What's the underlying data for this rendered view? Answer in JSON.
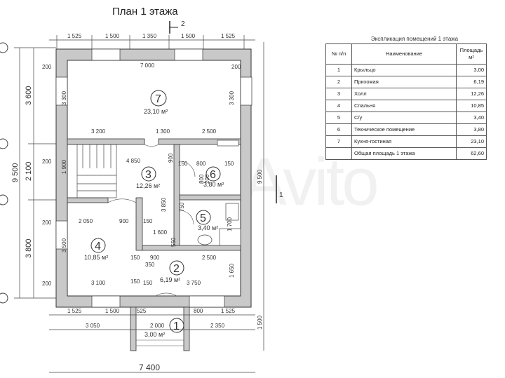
{
  "title": "План 1 этажа",
  "section_marks": {
    "top": "2",
    "right": "1"
  },
  "top_dims": [
    "1 525",
    "1 500",
    "1 350",
    "1 500",
    "1 525"
  ],
  "bottom_dims_1": [
    "1 525",
    "1 500",
    "525",
    "800",
    "1 525"
  ],
  "bottom_dims_2": [
    "3 050",
    "2 000",
    "2 350"
  ],
  "overall": {
    "width": "7 400",
    "left_total": "9 500",
    "right_total": "9 500"
  },
  "left_dims": [
    "3 600",
    "2 100",
    "3 800"
  ],
  "right_porch_dim": "1 500",
  "wall_dims": [
    "200",
    "200",
    "200",
    "200",
    "200"
  ],
  "interior_dims": {
    "d7000": "7 000",
    "d3300": "3 300",
    "d3300b": "3 300",
    "d3200": "3 200",
    "d1300": "1 300",
    "d2500": "2 500",
    "d4850": "4 850",
    "d900a": "900",
    "d150a": "150",
    "d800a": "800",
    "d150b": "150",
    "d1900": "1 900",
    "d800b": "800",
    "d200a": "200",
    "d2050": "2 050",
    "d900b": "900",
    "d150c": "150",
    "d1600": "1 600",
    "d3850": "3 850",
    "d750": "750",
    "d1700": "1 700",
    "d550": "550",
    "d900c": "900",
    "d2500b": "2 500",
    "d3500": "3 500",
    "d150d": "150",
    "d150e": "150",
    "d350": "350",
    "d1650": "1 650",
    "d3100": "3 100",
    "d150f": "150",
    "d3750": "3 750"
  },
  "rooms": [
    {
      "no": "7",
      "area": "23,10 м²"
    },
    {
      "no": "3",
      "area": "12,26 м²"
    },
    {
      "no": "6",
      "area": "3,80 м²"
    },
    {
      "no": "5",
      "area": "3,40 м²"
    },
    {
      "no": "4",
      "area": "10,85 м²"
    },
    {
      "no": "2",
      "area": "6,19 м²"
    },
    {
      "no": "1",
      "area": "3,00 м²"
    }
  ],
  "explication": {
    "title": "Экспликация помещений 1 этажа",
    "headers": [
      "№ п/п",
      "Наименование",
      "Площадь м²"
    ],
    "rows": [
      {
        "no": "1",
        "name": "Крыльцо",
        "area": "3,00"
      },
      {
        "no": "2",
        "name": "Прихожая",
        "area": "6,19"
      },
      {
        "no": "3",
        "name": "Холл",
        "area": "12,26"
      },
      {
        "no": "4",
        "name": "Спальня",
        "area": "10,85"
      },
      {
        "no": "5",
        "name": "С/у",
        "area": "3,40"
      },
      {
        "no": "6",
        "name": "Техническое помещение",
        "area": "3,80"
      },
      {
        "no": "7",
        "name": "Кухня-гостиная",
        "area": "23,10"
      }
    ],
    "total": {
      "name": "Общая площадь 1 этажа",
      "area": "62,60"
    }
  },
  "watermark": "Avito"
}
